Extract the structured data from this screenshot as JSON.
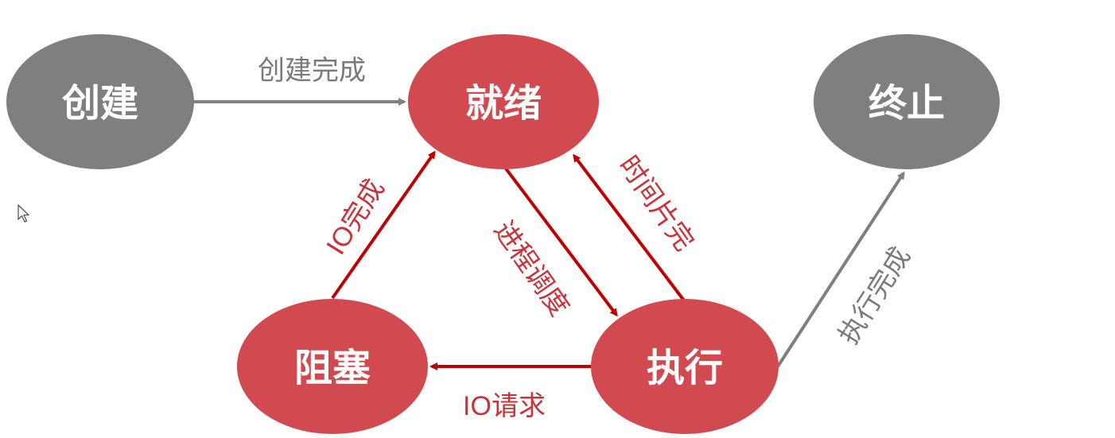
{
  "colors": {
    "active_state": "#d04a50",
    "inactive_state": "#7f7f7f",
    "red_arrow": "#c00000",
    "gray_arrow": "#7f7f7f",
    "red_label": "#c9323a",
    "gray_label": "#7a7a7a"
  },
  "states": {
    "create": "创建",
    "ready": "就绪",
    "terminate": "终止",
    "blocked": "阻塞",
    "running": "执行"
  },
  "transitions": {
    "create_done": "创建完成",
    "io_done": "IO完成",
    "dispatch": "进程调度",
    "timeslice_done": "时间片完",
    "exec_done": "执行完成",
    "io_request": "IO请求"
  },
  "cursor_icon": "mouse-pointer-icon"
}
